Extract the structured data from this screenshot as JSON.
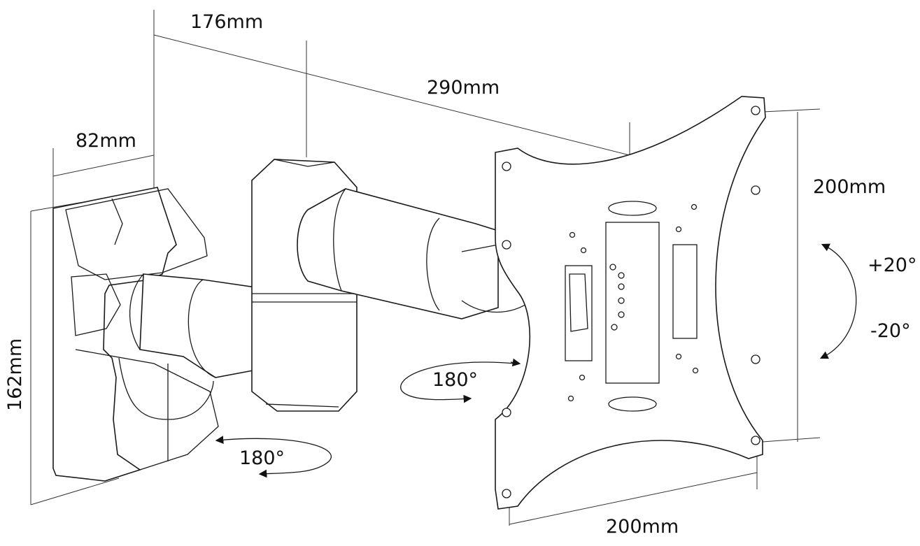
{
  "dimensions": {
    "wall_depth": "82mm",
    "arm_offset": "176mm",
    "arm_length": "290mm",
    "vesa_vertical": "200mm",
    "vesa_horizontal": "200mm",
    "plate_height": "162mm"
  },
  "rotations": {
    "tilt_up": "+20°",
    "tilt_down": "-20°",
    "swivel_plate": "180°",
    "swivel_wall": "180°"
  },
  "colors": {
    "line": "#1a1a1a",
    "background": "#ffffff"
  }
}
